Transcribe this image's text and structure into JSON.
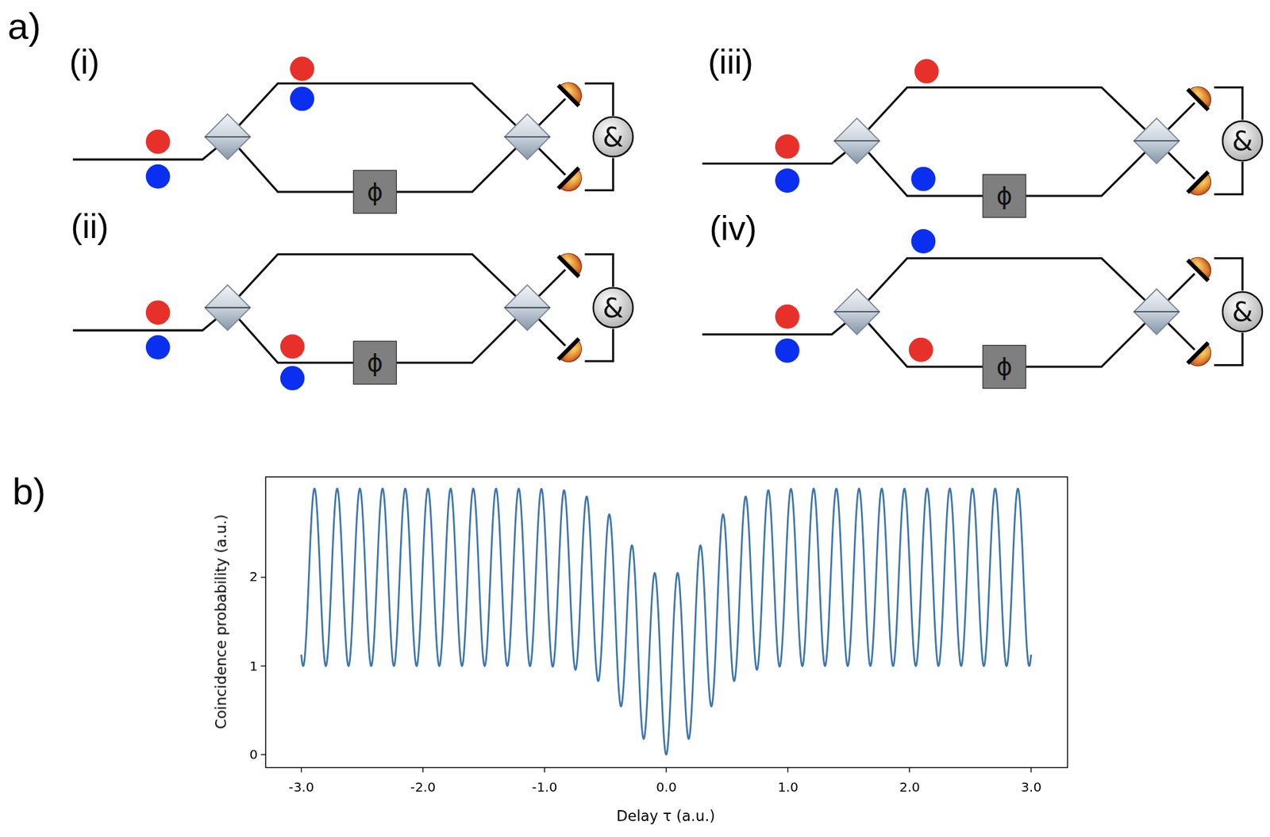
{
  "diagram": {
    "nodes": [
      {
        "text": [
          "ϕ"
        ]
      },
      {
        "text": [
          "&"
        ]
      },
      {
        "text": [
          "ϕ"
        ]
      },
      {
        "text": [
          "&"
        ]
      },
      {
        "text": [
          "ϕ"
        ]
      },
      {
        "text": [
          "&"
        ]
      },
      {
        "text": [
          "ϕ"
        ]
      },
      {
        "text": [
          "&"
        ]
      }
    ],
    "labels": [
      "a)",
      "(i)",
      "(ii)",
      "(iii)",
      "(iv)",
      "b)",
      "Coincidence probability (a.u.)",
      "Delay τ (a.u.)",
      "-3.0",
      "-2.0",
      "-1.0",
      "0.0",
      "1.0",
      "2.0",
      "3.0",
      "0",
      "1",
      "2"
    ]
  }
}
